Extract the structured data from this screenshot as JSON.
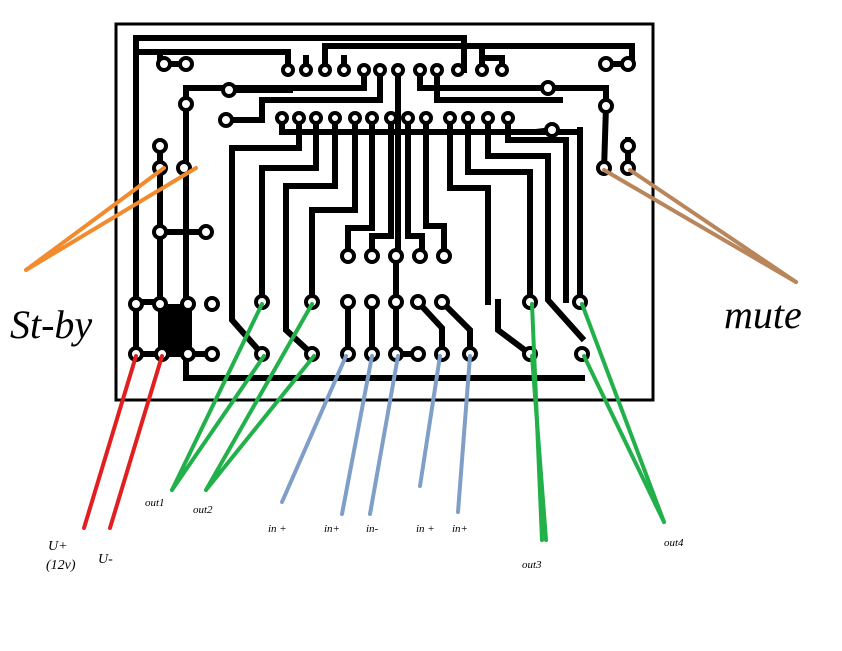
{
  "labels": {
    "standby": "St-by",
    "mute": "mute",
    "u_plus": "U+",
    "u_plus_voltage": "(12v)",
    "u_minus": "U-",
    "out1": "out1",
    "out2": "out2",
    "out3": "out3",
    "out4": "out4",
    "in_plus_1": "in +",
    "in_plus_2": "in+",
    "in_minus": "in-",
    "in_plus_3": "in +",
    "in_plus_4": "in+"
  },
  "colors": {
    "trace": "#000000",
    "standby_wire": "#f28a2e",
    "mute_wire": "#b9855a",
    "power_wire": "#e02020",
    "output_wire": "#22b04a",
    "input_wire": "#7f9fc8"
  }
}
